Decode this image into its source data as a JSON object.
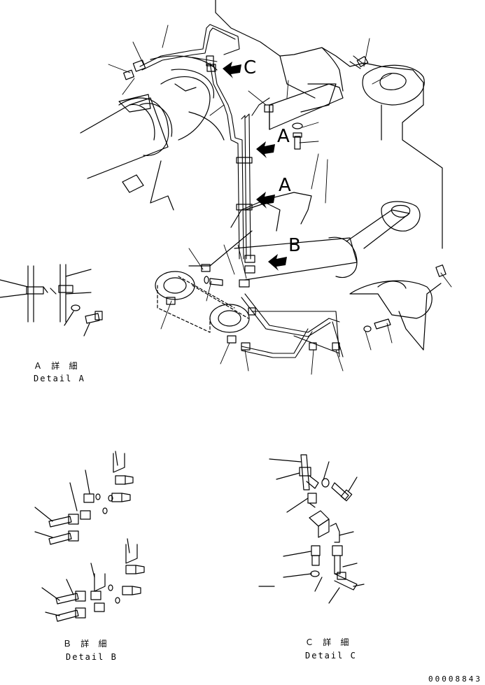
{
  "callouts": {
    "c_top": "C",
    "a_upper": "A",
    "a_lower": "A",
    "b": "B"
  },
  "details": {
    "a": {
      "jp": "Ａ 詳 細",
      "en": "Detail A"
    },
    "b": {
      "jp": "Ｂ 詳 細",
      "en": "Detail B"
    },
    "c": {
      "jp": "Ｃ 詳 細",
      "en": "Detail C"
    }
  },
  "document_number": "00008843"
}
